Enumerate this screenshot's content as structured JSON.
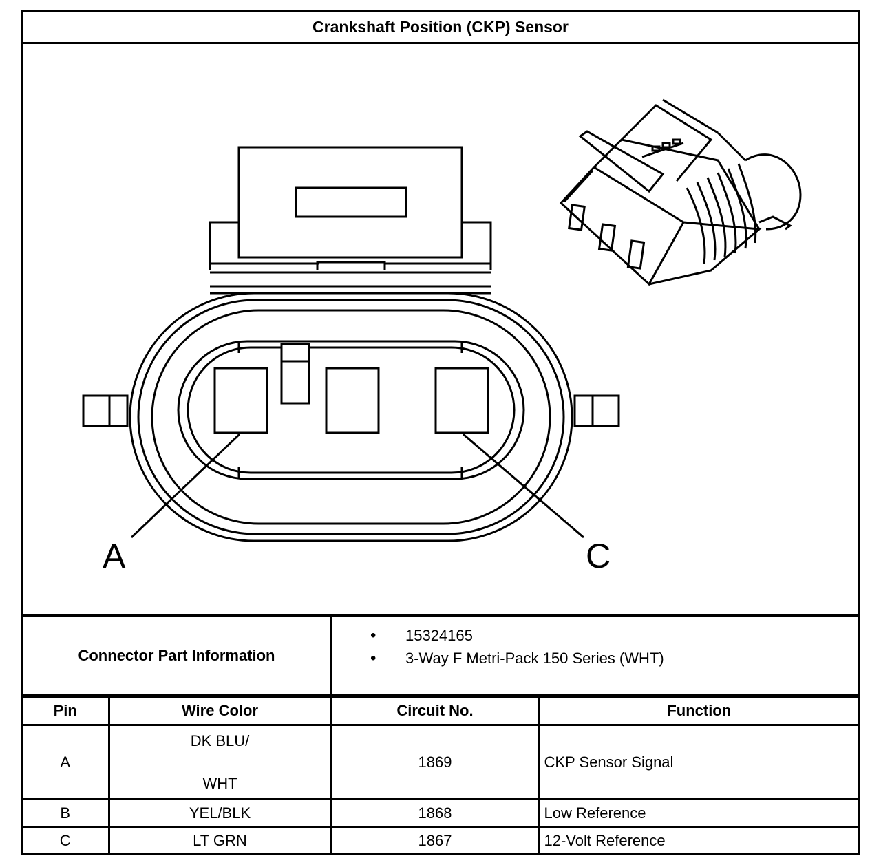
{
  "title": "Crankshaft Position (CKP) Sensor",
  "diagram": {
    "pin_labels": [
      "A",
      "C"
    ],
    "icons": [
      "connector-face-icon",
      "connector-3d-icon"
    ]
  },
  "connector_info": {
    "label": "Connector Part Information",
    "items": [
      "15324165",
      "3-Way F Metri-Pack 150 Series (WHT)"
    ]
  },
  "table": {
    "headers": [
      "Pin",
      "Wire Color",
      "Circuit No.",
      "Function"
    ],
    "rows": [
      {
        "pin": "A",
        "wire_line1": "DK BLU/",
        "wire_line2": "WHT",
        "circuit": "1869",
        "function": "CKP Sensor Signal"
      },
      {
        "pin": "B",
        "wire": "YEL/BLK",
        "circuit": "1868",
        "function": "Low Reference"
      },
      {
        "pin": "C",
        "wire": "LT GRN",
        "circuit": "1867",
        "function": "12-Volt Reference"
      }
    ]
  }
}
